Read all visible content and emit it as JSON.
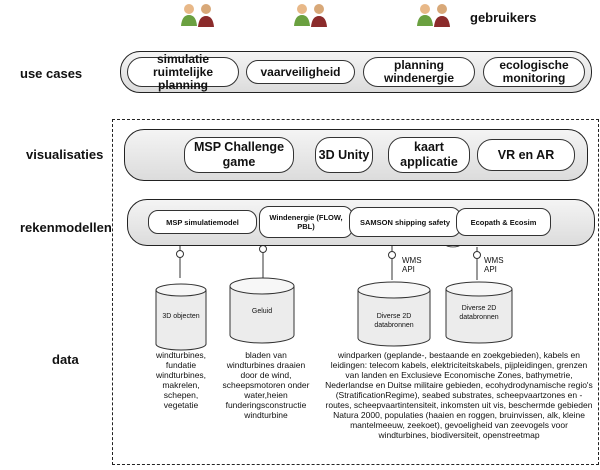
{
  "labels": {
    "gebruikers": "gebruikers",
    "use_cases": "use cases",
    "visualisaties": "visualisaties",
    "rekenmodellen": "rekenmodellen",
    "data": "data"
  },
  "use_cases": [
    "simulatie ruimtelijke planning",
    "vaarveiligheid",
    "planning windenergie",
    "ecologische monitoring"
  ],
  "visualisaties": [
    "MSP Challenge game",
    "3D Unity",
    "kaart applicatie",
    "VR en AR"
  ],
  "rekenmodellen": [
    "MSP simulatiemodel",
    "Windenergie (FLOW, PBL)",
    "SAMSON shipping safety",
    "Ecopath & Ecosim"
  ],
  "wms": [
    "WMS API",
    "WMS API"
  ],
  "databronnen": [
    {
      "label": "3D objecten",
      "description": "windturbines, fundatie windturbines, makrelen, schepen, vegetatie"
    },
    {
      "label": "Geluid",
      "description": "bladen van windturbines draaien door de wind, scheepsmotoren onder water,heien funderingsconstructie windturbine"
    },
    {
      "label": "Diverse 2D databronnen",
      "description": "windparken (geplande-, bestaande en zoekgebieden), kabels en leidingen: telecom kabels, elektriciteitskabels, pijpleidingen, grenzen van landen en Exclusieve Economische Zones, bathymetrie, Nederlandse en Duitse militaire gebieden, ecohydrodynamische regio's (StratificationRegime), seabed substrates, scheepvaartzones en -routes, scheepvaartintensiteit, inkomsten uit vis, beschermde gebieden Natura 2000, populaties (haaien en roggen, bruinvissen, alk, kleine mantelmeeuw, zeekoet), gevoeligheid van zeevogels voor windturbines, biodiversiteit, openstreetmap"
    },
    {
      "label": "Diverse 2D databronnen",
      "description": ""
    }
  ]
}
